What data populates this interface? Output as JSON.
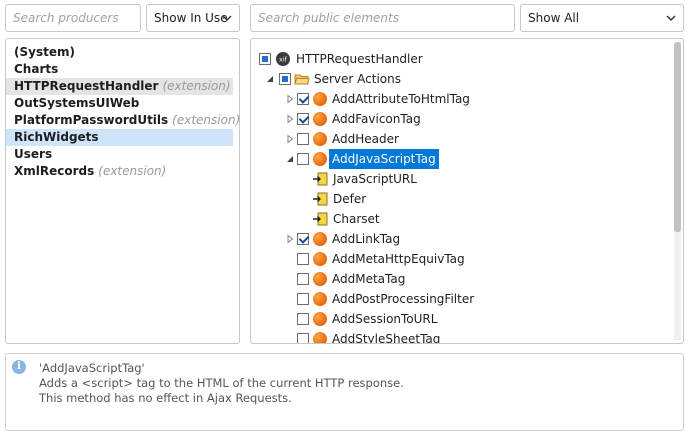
{
  "search_producers": {
    "placeholder": "Search producers"
  },
  "producer_filter": {
    "value": "Show In Use"
  },
  "search_elements": {
    "placeholder": "Search public elements"
  },
  "element_filter": {
    "value": "Show All"
  },
  "producers": [
    {
      "name": "(System)",
      "tag": ""
    },
    {
      "name": "Charts",
      "tag": ""
    },
    {
      "name": "HTTPRequestHandler",
      "tag": "(extension)"
    },
    {
      "name": "OutSystemsUIWeb",
      "tag": ""
    },
    {
      "name": "PlatformPasswordUtils",
      "tag": "(extension)"
    },
    {
      "name": "RichWidgets",
      "tag": ""
    },
    {
      "name": "Users",
      "tag": ""
    },
    {
      "name": "XmlRecords",
      "tag": "(extension)"
    }
  ],
  "tree": {
    "root": {
      "label": "HTTPRequestHandler",
      "icon": "xif-icon",
      "badge": "xif"
    },
    "folder": {
      "label": "Server Actions",
      "icon": "folder-icon"
    },
    "actions": [
      {
        "label": "AddAttributeToHtmlTag",
        "checked": true
      },
      {
        "label": "AddFaviconTag",
        "checked": true
      },
      {
        "label": "AddHeader",
        "checked": false
      },
      {
        "label": "AddJavaScriptTag",
        "checked": false,
        "expanded": true,
        "selected": true,
        "params": [
          "JavaScriptURL",
          "Defer",
          "Charset"
        ]
      },
      {
        "label": "AddLinkTag",
        "checked": true
      },
      {
        "label": "AddMetaHttpEquivTag",
        "checked": false
      },
      {
        "label": "AddMetaTag",
        "checked": false
      },
      {
        "label": "AddPostProcessingFilter",
        "checked": false
      },
      {
        "label": "AddSessionToURL",
        "checked": false
      },
      {
        "label": "AddStyleSheetTag",
        "checked": false
      }
    ]
  },
  "description": {
    "title": "'AddJavaScriptTag'",
    "line1": "Adds a <script> tag to the HTML of the current HTTP response.",
    "line2": "This method has no effect in Ajax Requests."
  },
  "colors": {
    "selection": "#0078d7",
    "list_selection": "#cde4fb",
    "action_icon": "#f07d1a",
    "param_icon": "#f5d547"
  }
}
